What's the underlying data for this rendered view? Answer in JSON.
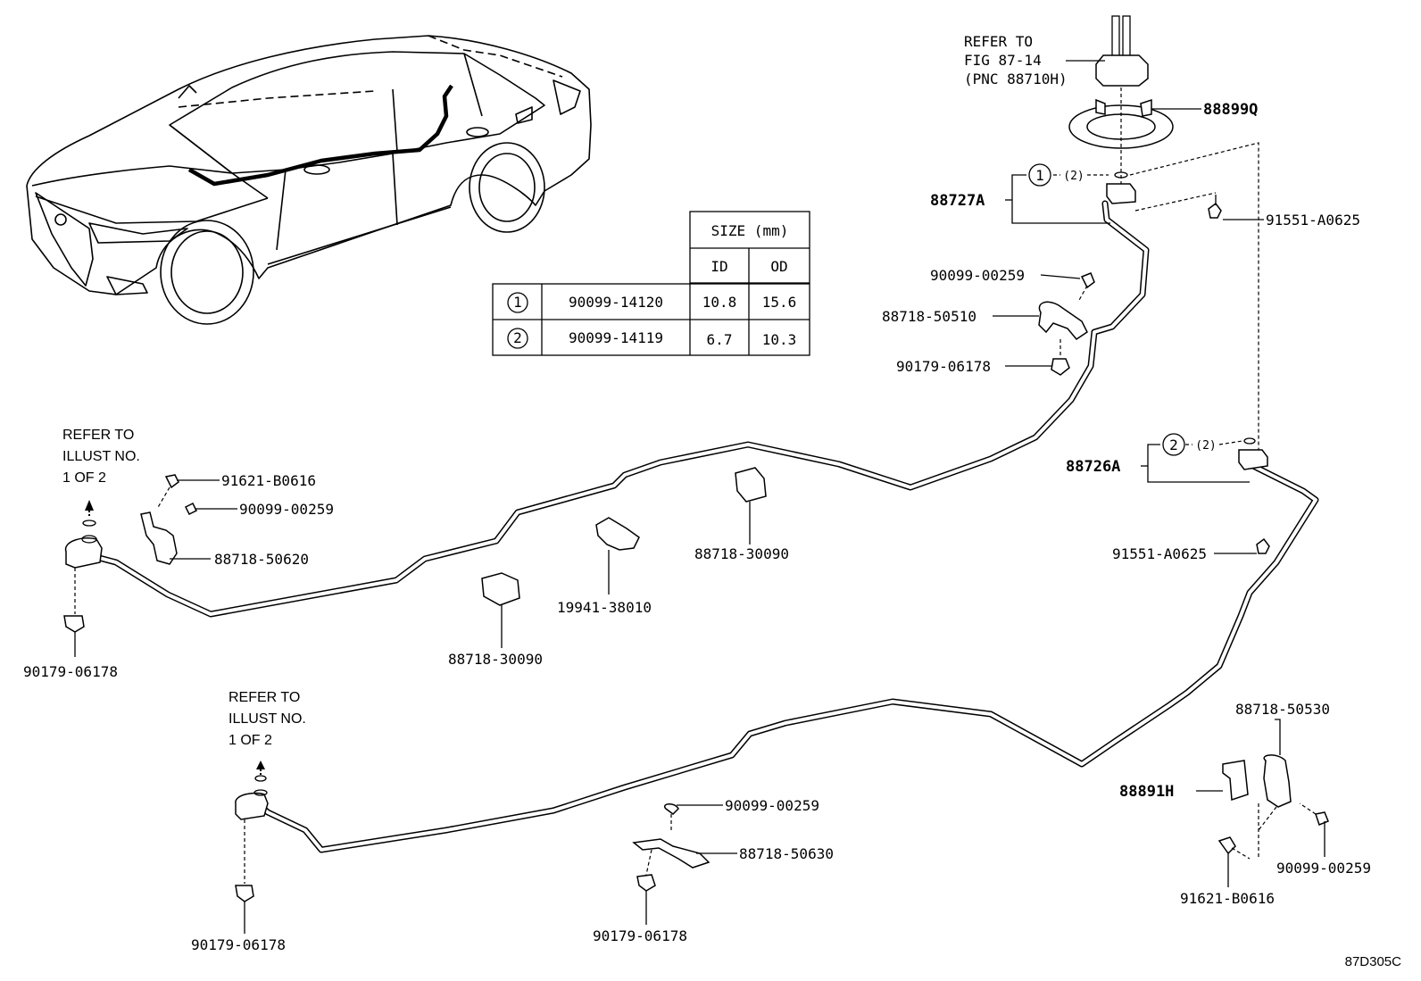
{
  "diagram_code": "87D305C",
  "refer_fig": [
    "REFER TO",
    "FIG 87-14",
    "(PNC 88710H)"
  ],
  "refer_illust": [
    "REFER TO",
    "ILLUST NO.",
    "1 OF 2"
  ],
  "table": {
    "header_size": "SIZE (mm)",
    "header_id": "ID",
    "header_od": "OD",
    "rows": [
      {
        "mark": "1",
        "part": "90099-14120",
        "id": "10.8",
        "od": "15.6"
      },
      {
        "mark": "2",
        "part": "90099-14119",
        "id": "6.7",
        "od": "10.3"
      }
    ]
  },
  "qty_note": "(2)",
  "labels": {
    "p88899Q": "88899Q",
    "p88727A": "88727A",
    "p88726A": "88726A",
    "p88891H": "88891H",
    "p91551_top": "91551-A0625",
    "p91551_mid": "91551-A0625",
    "p90099_a": "90099-00259",
    "p88718_50510": "88718-50510",
    "p90179_a": "90179-06178",
    "p91621_left": "91621-B0616",
    "p90099_b": "90099-00259",
    "p88718_50620": "88718-50620",
    "p90179_b": "90179-06178",
    "p88718_30090_a": "88718-30090",
    "p19941_38010": "19941-38010",
    "p88718_30090_b": "88718-30090",
    "p90099_c": "90099-00259",
    "p88718_50630": "88718-50630",
    "p90179_c": "90179-06178",
    "p90179_d": "90179-06178",
    "p88718_50530": "88718-50530",
    "p90099_d": "90099-00259",
    "p91621_right": "91621-B0616"
  }
}
